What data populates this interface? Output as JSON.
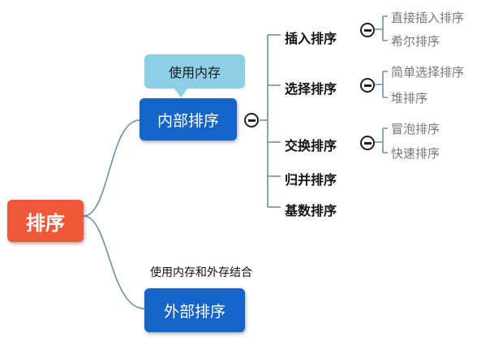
{
  "root": {
    "label": "排序"
  },
  "internal": {
    "label": "内部排序",
    "note": "使用内存",
    "children": [
      {
        "label": "插入排序",
        "children": [
          "直接插入排序",
          "希尔排序"
        ]
      },
      {
        "label": "选择排序",
        "children": [
          "简单选择排序",
          "堆排序"
        ]
      },
      {
        "label": "交换排序",
        "children": [
          "冒泡排序",
          "快速排序"
        ]
      },
      {
        "label": "归并排序",
        "children": []
      },
      {
        "label": "基数排序",
        "children": []
      }
    ]
  },
  "external": {
    "label": "外部排序",
    "note": "使用内存和外存结合"
  },
  "colors": {
    "root": "#f0583a",
    "node": "#1565c8",
    "callout": "#8ecfe6",
    "line": "#6e90a8"
  }
}
